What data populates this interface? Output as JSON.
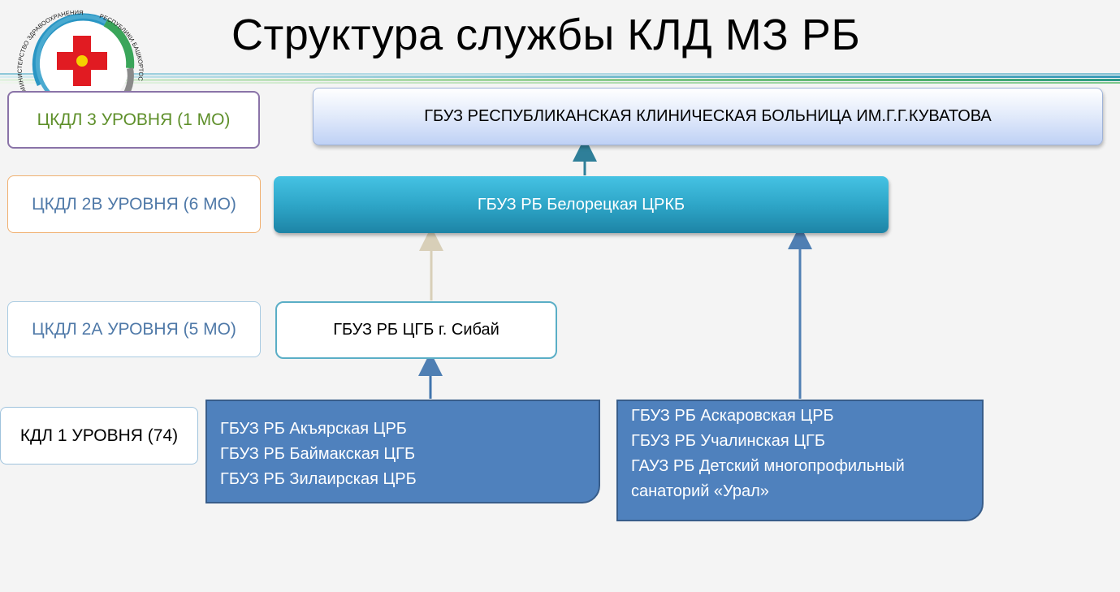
{
  "title": "Структура службы КЛД МЗ РБ",
  "logo": {
    "top_text": "МИНИСТЕРСТВО ЗДРАВООХРАНЕНИЯ",
    "right_text": "РЕСПУБЛИКИ БАШКОРТОСТАН"
  },
  "levels": {
    "l3": "ЦКДЛ 3 УРОВНЯ (1 МО)",
    "l2b": "ЦКДЛ 2В УРОВНЯ (6 МО)",
    "l2a": "ЦКДЛ 2А УРОВНЯ (5 МО)",
    "l1": "КДЛ 1 УРОВНЯ (74)"
  },
  "nodes": {
    "top": "ГБУЗ РЕСПУБЛИКАНСКАЯ КЛИНИЧЕСКАЯ БОЛЬНИЦА ИМ.Г.Г.КУВАТОВА",
    "mid": "ГБУЗ РБ Белорецкая ЦРКБ",
    "sibay": "ГБУЗ РБ ЦГБ г. Сибай",
    "left_group": [
      "ГБУЗ РБ Акъярская ЦРБ",
      "ГБУЗ РБ Баймакская ЦГБ",
      "ГБУЗ РБ Зилаирская ЦРБ"
    ],
    "right_group": [
      "ГБУЗ РБ Аскаровская ЦРБ",
      "ГБУЗ РБ Учалинская ЦГБ",
      "ГАУЗ РБ Детский многопрофильный",
      "санаторий «Урал»"
    ]
  }
}
